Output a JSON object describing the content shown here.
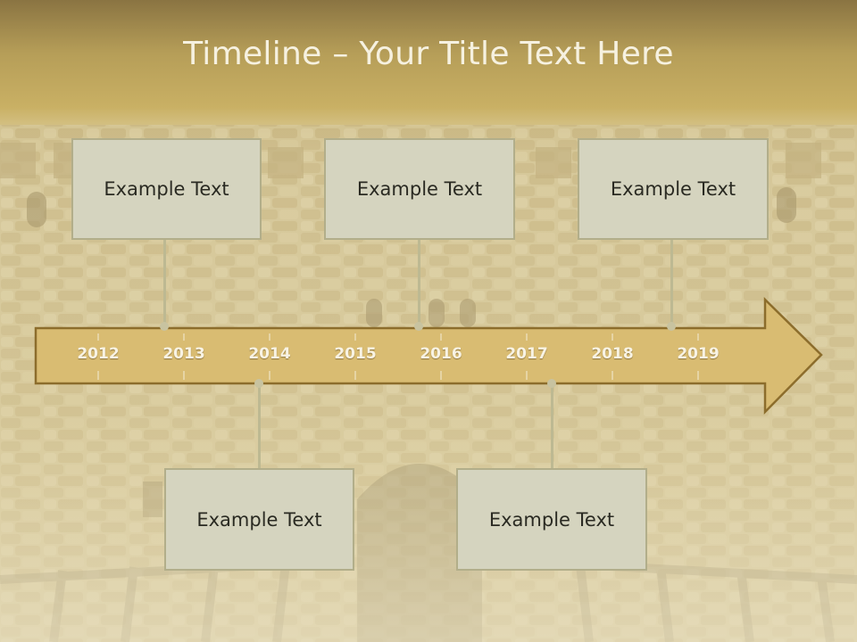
{
  "slide": {
    "title": "Timeline – Your Title Text Here",
    "years": [
      "2012",
      "2013",
      "2014",
      "2015",
      "2016",
      "2017",
      "2018",
      "2019"
    ],
    "events": [
      {
        "text": "Example Text"
      },
      {
        "text": "Example Text"
      },
      {
        "text": "Example Text"
      },
      {
        "text": "Example Text"
      },
      {
        "text": "Example Text"
      }
    ]
  },
  "colors": {
    "arrow_fill": "#d9bc72",
    "arrow_stroke": "#8c6d2c",
    "box_fill": "#d5d4bf",
    "box_border": "#b2ae8a",
    "title_text": "#f6f1e0"
  }
}
